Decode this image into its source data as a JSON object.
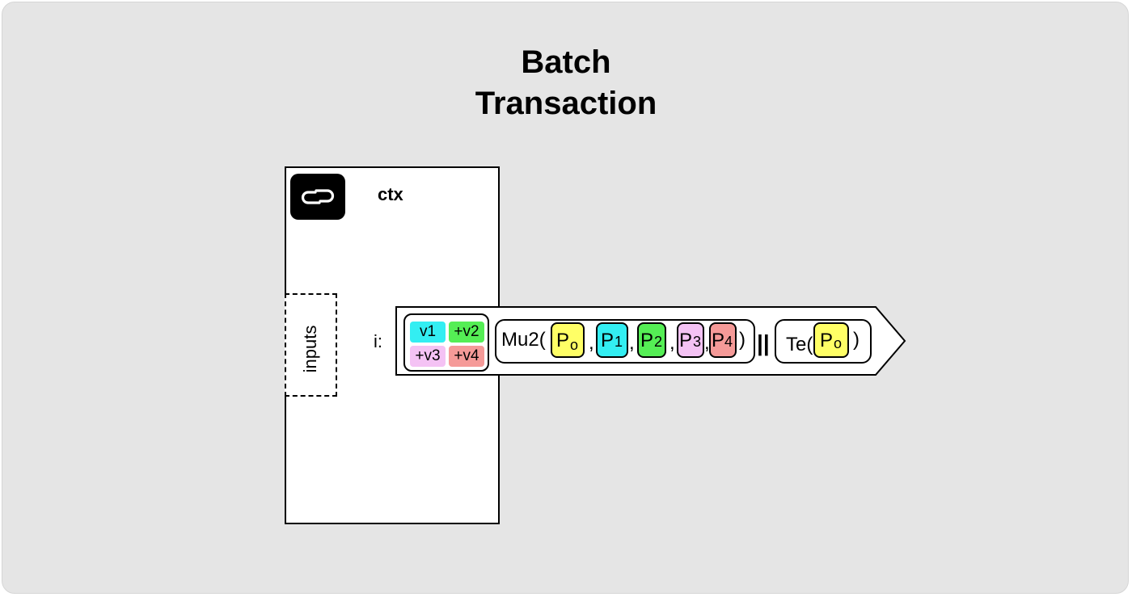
{
  "title": {
    "line1": "Batch",
    "line2": "Transaction"
  },
  "ctx": {
    "label": "ctx",
    "icon": "link-chain-icon"
  },
  "inputs": {
    "label": "inputs",
    "row_label": "i:"
  },
  "amounts": [
    {
      "label": "v1",
      "color": "#33eef2"
    },
    {
      "label": "+v2",
      "color": "#55ee55"
    },
    {
      "label": "+v3",
      "color": "#f4c2f4"
    },
    {
      "label": "+v4",
      "color": "#f59a98"
    }
  ],
  "musig": {
    "open": "Mu2(",
    "close": ")",
    "comma": ",",
    "keys": [
      {
        "main": "P",
        "sub": "o",
        "color": "#ffff66"
      },
      {
        "main": "P",
        "sub": "1",
        "color": "#33eef2"
      },
      {
        "main": "P",
        "sub": "2",
        "color": "#55ee55"
      },
      {
        "main": "P",
        "sub": "3",
        "color": "#f4c2f4"
      },
      {
        "main": "P",
        "sub": "4",
        "color": "#f59a98"
      }
    ]
  },
  "separator": "||",
  "timeout": {
    "open": "Te(",
    "close": ")",
    "key": {
      "main": "P",
      "sub": "o",
      "color": "#ffff66"
    }
  }
}
